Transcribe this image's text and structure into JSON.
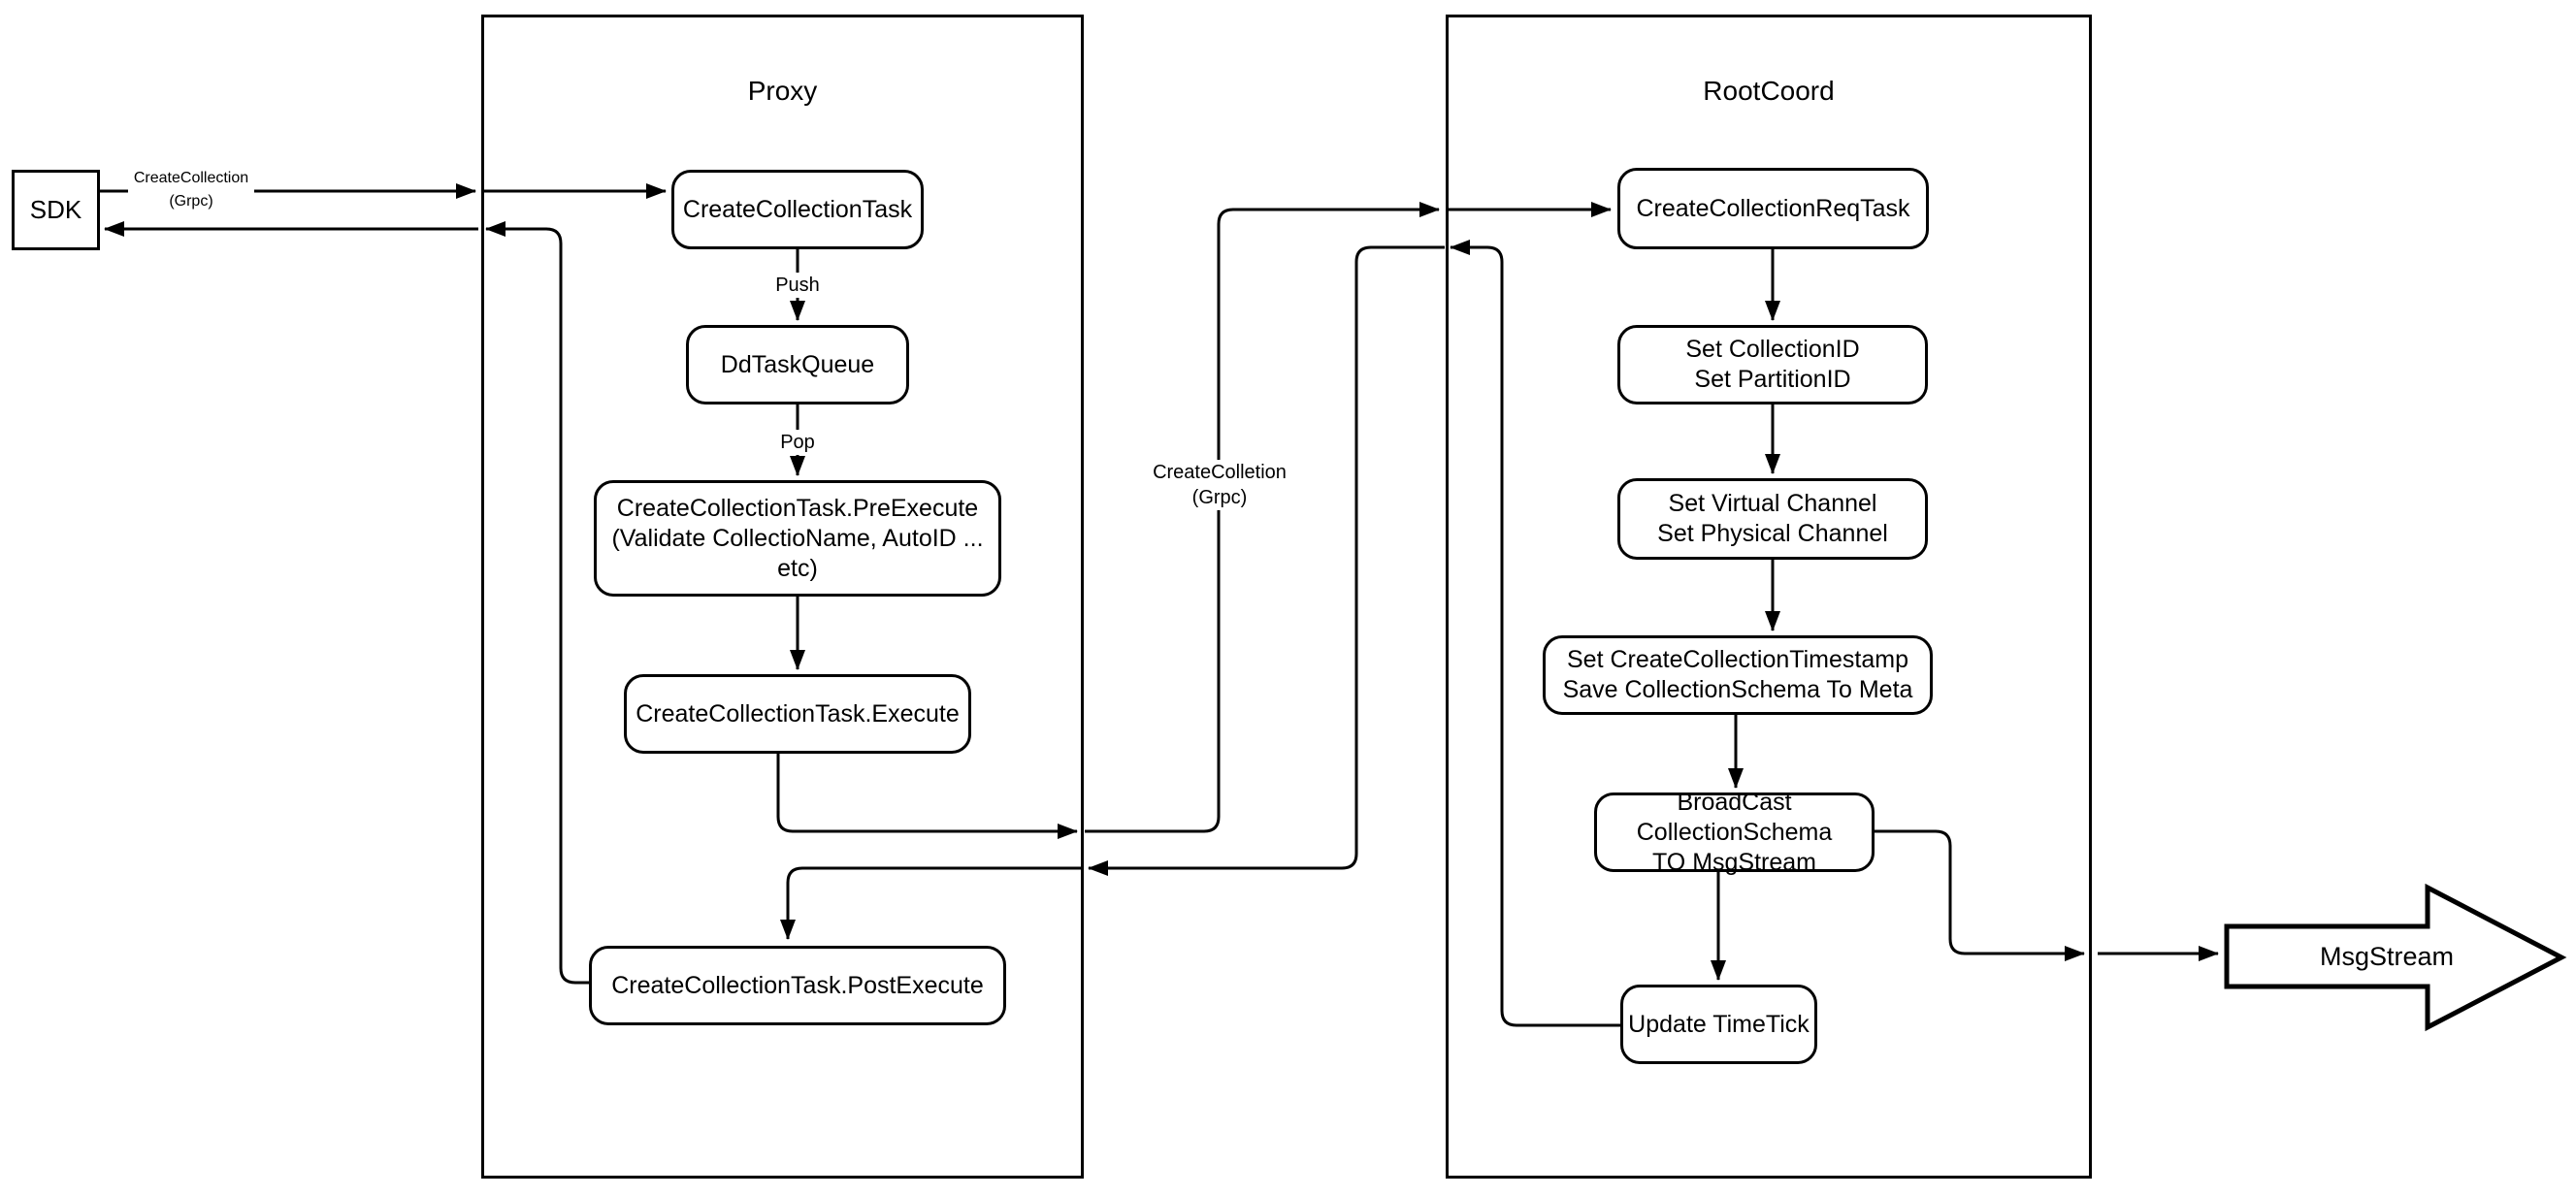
{
  "diagram": {
    "colors": {
      "stroke": "#000000",
      "background": "#ffffff"
    },
    "sdk": {
      "label": "SDK"
    },
    "containers": {
      "proxy": {
        "title": "Proxy"
      },
      "rootcoord": {
        "title": "RootCoord"
      }
    },
    "proxy_nodes": {
      "create_collection_task": {
        "label": "CreateCollectionTask"
      },
      "dd_task_queue": {
        "label": "DdTaskQueue"
      },
      "pre_execute": {
        "line1": "CreateCollectionTask.PreExecute",
        "line2": "(Validate CollectioName, AutoID ... etc)"
      },
      "execute": {
        "label": "CreateCollectionTask.Execute"
      },
      "post_execute": {
        "label": "CreateCollectionTask.PostExecute"
      }
    },
    "rootcoord_nodes": {
      "req_task": {
        "label": "CreateCollectionReqTask"
      },
      "set_ids": {
        "line1": "Set CollectionID",
        "line2": "Set PartitionID"
      },
      "set_channels": {
        "line1": "Set Virtual Channel",
        "line2": "Set Physical Channel"
      },
      "set_timestamp": {
        "line1": "Set CreateCollectionTimestamp",
        "line2": "Save CollectionSchema To Meta"
      },
      "broadcast": {
        "line1": "BroadCast CollectionSchema",
        "line2": "TO MsgStream"
      },
      "update_timetick": {
        "label": "Update TimeTick"
      }
    },
    "edge_labels": {
      "sdk_grpc": {
        "line1": "CreateCollection",
        "line2": "(Grpc)"
      },
      "push": "Push",
      "pop": "Pop",
      "proxy_to_root_grpc": {
        "line1": "CreateColletion",
        "line2": "(Grpc)"
      }
    },
    "msgstream": {
      "label": "MsgStream"
    }
  }
}
